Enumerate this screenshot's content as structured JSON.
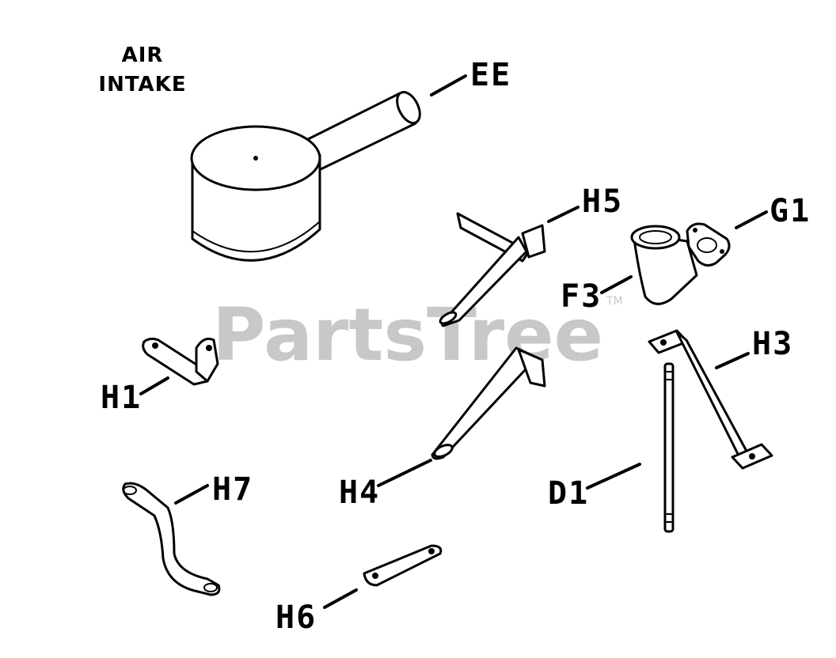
{
  "diagram": {
    "title_lines": [
      "AIR",
      "INTAKE"
    ],
    "watermark": "PartsTree",
    "watermark_mark": "TM",
    "callouts": {
      "ee": "EE",
      "h5": "H5",
      "g1": "G1",
      "f3": "F3",
      "h3": "H3",
      "h1": "H1",
      "h4": "H4",
      "d1": "D1",
      "h7": "H7",
      "h6": "H6"
    }
  },
  "colors": {
    "ink": "#000000",
    "paper": "#ffffff",
    "watermark": "#c8c8c8"
  }
}
